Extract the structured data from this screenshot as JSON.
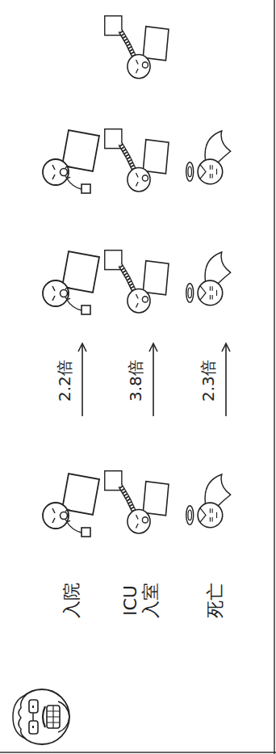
{
  "diagram": {
    "labels": [
      "入院",
      "2.2倍",
      "ICU 入室",
      "3.8倍",
      "死亡",
      "2.3倍"
    ]
  }
}
